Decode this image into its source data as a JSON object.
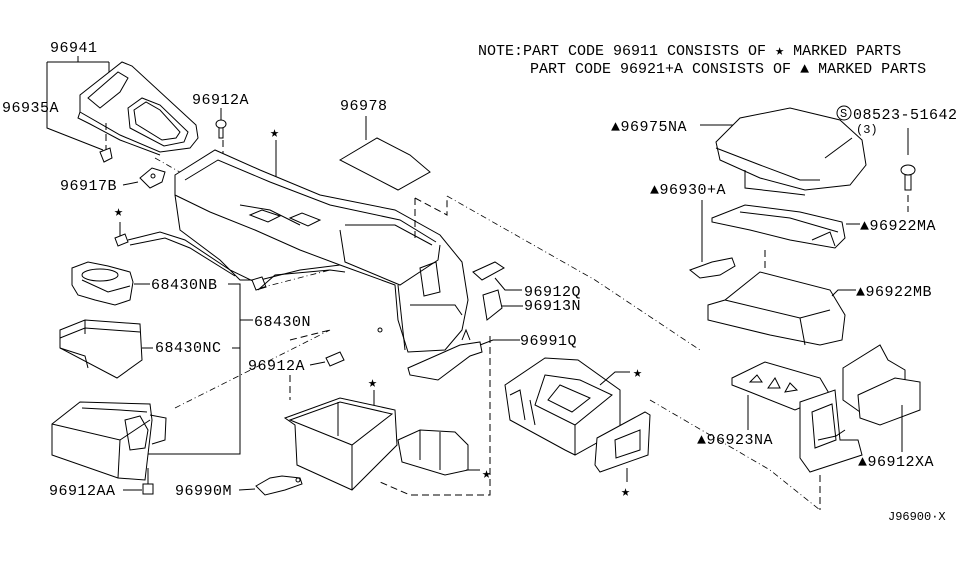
{
  "diagram": {
    "note": {
      "line1_prefix": "NOTE:PART CODE 96911  CONSISTS OF",
      "line1_symbol": "★",
      "line1_suffix": "MARKED PARTS",
      "line2_prefix": "PART CODE 96921+A CONSISTS OF",
      "line2_symbol": "▲",
      "line2_suffix": "MARKED PARTS"
    },
    "labels": {
      "p96941": "96941",
      "p96935A": "96935A",
      "p96917B": "96917B",
      "p96912A_top": "96912A",
      "p96978": "96978",
      "p68430NB": "68430NB",
      "p68430N": "68430N",
      "p68430NC": "68430NC",
      "p96912A_mid": "96912A",
      "p96912AA": "96912AA",
      "p96990M": "96990M",
      "p96912Q": "96912Q",
      "p96913N": "96913N",
      "p96991Q": "96991Q",
      "p96975NA": "▲96975NA",
      "p08523": "08523-51642",
      "p08523_qty": "(3)",
      "p08523_symbol": "S",
      "p96930A": "▲96930+A",
      "p96922MA": "▲96922MA",
      "p96922MB": "▲96922MB",
      "p96923NA": "▲96923NA",
      "p96912XA": "▲96912XA"
    },
    "star_symbol": "★",
    "diagram_code": "J96900·X"
  }
}
